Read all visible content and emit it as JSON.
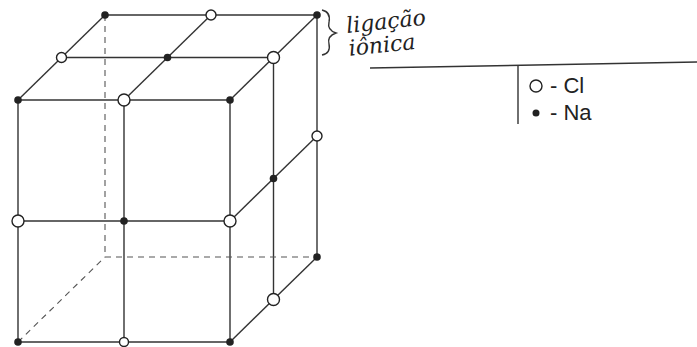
{
  "diagram": {
    "labels": [
      "ligação iônica"
    ],
    "legend": [
      {
        "text": "- Cl"
      },
      {
        "text": "- Na"
      }
    ]
  }
}
